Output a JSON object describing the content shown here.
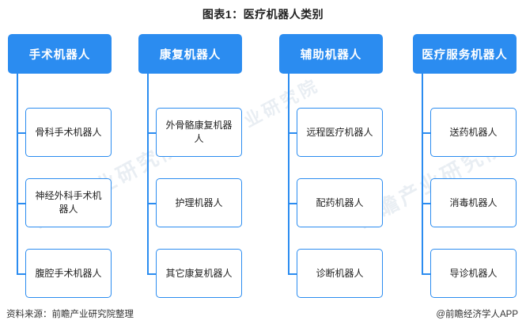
{
  "title": "图表1：医疗机器人类别",
  "footer": {
    "source": "资料来源：前瞻产业研究院整理",
    "credit": "@前瞻经济学人APP"
  },
  "colors": {
    "accent": "#2b8cf0",
    "head_text": "#ffffff",
    "child_text": "#222222",
    "background": "#ffffff"
  },
  "watermarks": [
    "前瞻产业研究院",
    "前瞻产业研究院",
    "前瞻产业研究院"
  ],
  "columns": [
    {
      "head": "手术机器人",
      "children": [
        "骨科手术机器人",
        "神经外科手术机器人",
        "腹腔手术机器人"
      ]
    },
    {
      "head": "康复机器人",
      "children": [
        "外骨骼康复机器人",
        "护理机器人",
        "其它康复机器人"
      ]
    },
    {
      "head": "辅助机器人",
      "children": [
        "远程医疗机器人",
        "配药机器人",
        "诊断机器人"
      ]
    },
    {
      "head": "医疗服务机器人",
      "children": [
        "送药机器人",
        "消毒机器人",
        "导诊机器人"
      ]
    }
  ]
}
